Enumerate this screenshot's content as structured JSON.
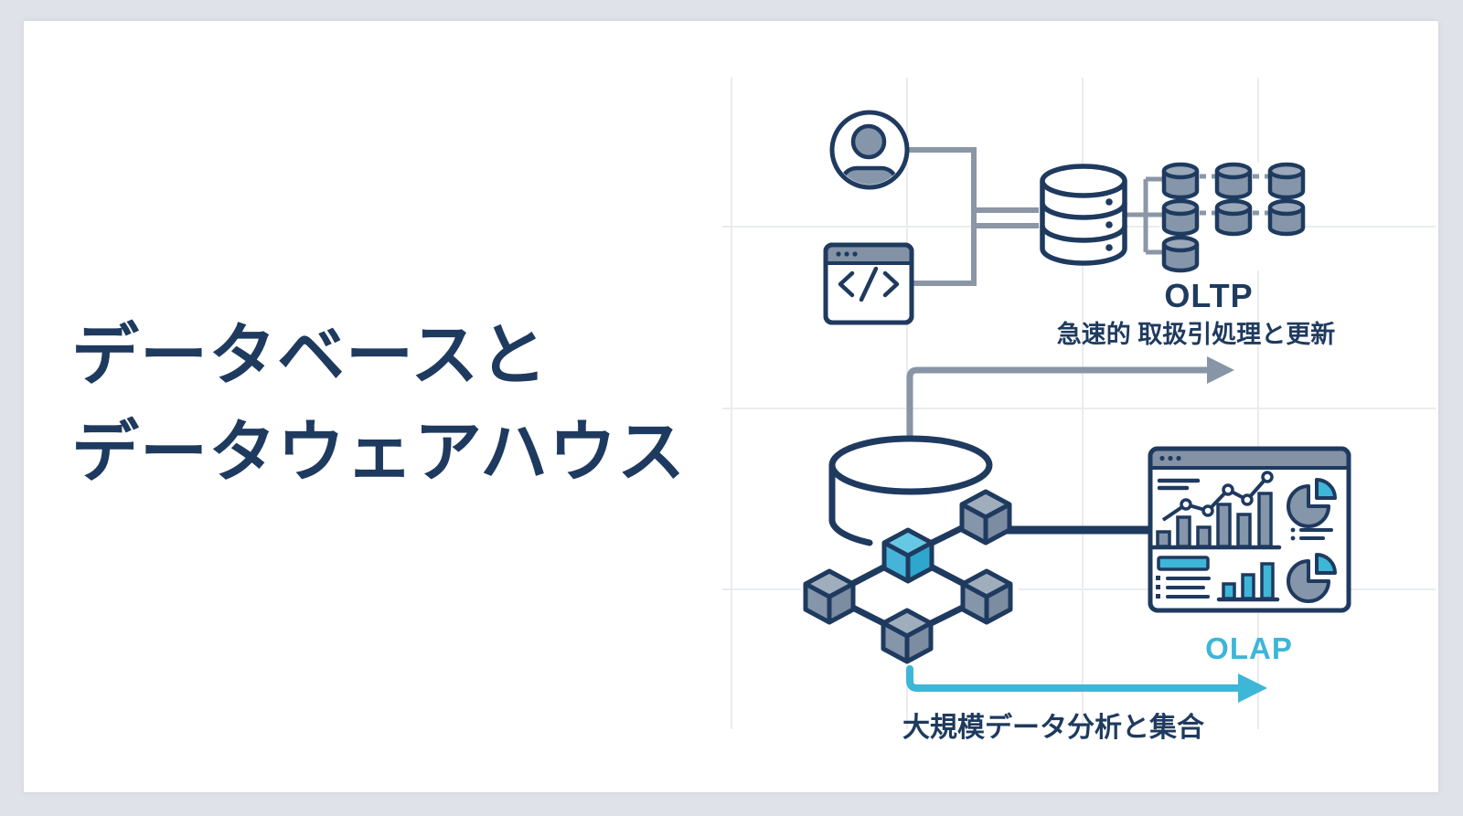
{
  "title": {
    "line1": "データベースと",
    "line2": "データウェアハウス"
  },
  "oltp": {
    "label": "OLTP",
    "caption": "急速的 取扱引処理と更新"
  },
  "olap": {
    "label": "OLAP",
    "caption": "大規模データ分析と集合"
  },
  "colors": {
    "background": "#dfe2e9",
    "card": "#ffffff",
    "navy_outline_text": "#1f3a5f",
    "cyan_accent": "#3db6d8",
    "gray_fill": "#8596aa",
    "gray_connector": "#8b97a6",
    "grid_line": "#eaecef"
  },
  "icons": [
    "person-icon",
    "code-window-icon",
    "database-icon",
    "database-cluster-icon",
    "oltp-flow-arrow-icon",
    "warehouse-cylinder-icon",
    "cube-network-icon",
    "dashboard-window-icon",
    "pie-chart-icon",
    "bar-chart-icon",
    "line-chart-icon",
    "olap-flow-arrow-icon"
  ]
}
